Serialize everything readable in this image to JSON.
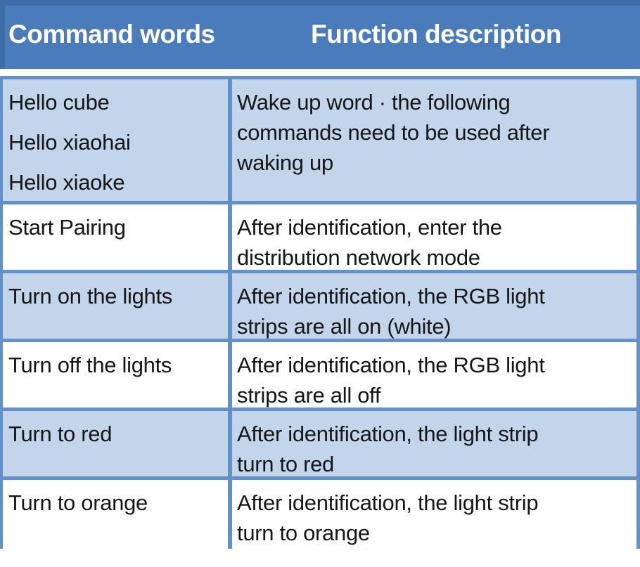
{
  "table": {
    "headers": [
      {
        "label": "Command words"
      },
      {
        "label": "Function description"
      }
    ],
    "rows": [
      {
        "command_lines": [
          "Hello cube",
          "Hello xiaohai",
          "Hello xiaoke"
        ],
        "description_lines": [
          "Wake up word · the following",
          "commands need to be used after",
          "waking up"
        ]
      },
      {
        "command_lines": [
          "Start Pairing"
        ],
        "description_lines": [
          "After identification, enter the",
          "distribution network mode"
        ]
      },
      {
        "command_lines": [
          "Turn on the lights"
        ],
        "description_lines": [
          "After identification, the RGB light",
          "strips are all on (white)"
        ]
      },
      {
        "command_lines": [
          "Turn off the lights"
        ],
        "description_lines": [
          "After identification, the RGB light",
          "strips are all off"
        ]
      },
      {
        "command_lines": [
          "Turn to red"
        ],
        "description_lines": [
          "After identification, the light strip",
          "turn to red"
        ]
      },
      {
        "command_lines": [
          "Turn to orange"
        ],
        "description_lines": [
          "After identification, the light strip",
          "turn to orange"
        ]
      }
    ]
  },
  "colors": {
    "header_bg": "#4a7cbb",
    "header_edge": "#3e6ca7",
    "header_text": "#ffffff",
    "row_shaded_bg": "#c3d5eb",
    "row_plain_bg": "#ffffff",
    "grid_border": "#6290c7",
    "body_text": "#161616"
  }
}
